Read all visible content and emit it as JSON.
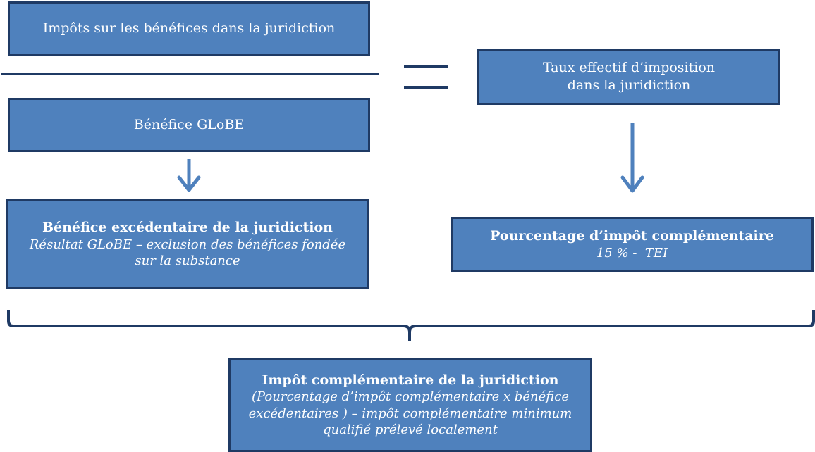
{
  "numerator": {
    "text": "Impôts sur les bénéfices dans la juridiction"
  },
  "denominator": {
    "text": "Bénéfice GLoBE"
  },
  "etr": {
    "line1": "Taux effectif d’imposition",
    "line2": "dans la juridiction"
  },
  "excess_profit": {
    "title": "Bénéfice excédentaire de la juridiction",
    "line1": "Résultat GLoBE – exclusion des bénéfices fondée",
    "line2": "sur la substance"
  },
  "topup_percentage": {
    "title": "Pourcentage d’impôt complémentaire",
    "formula": "15 % -  TEI"
  },
  "jurisdiction_topup": {
    "title": "Impôt complémentaire de la juridiction",
    "line1": "(Pourcentage d’impôt complémentaire x bénéfice",
    "line2": "excédentaires ) – impôt complémentaire minimum",
    "line3": "qualifié prélevé localement"
  },
  "colors": {
    "box_fill": "#4f81bd",
    "box_border": "#1f3a64",
    "arrow": "#4f81bd",
    "brace": "#1f3a64"
  }
}
